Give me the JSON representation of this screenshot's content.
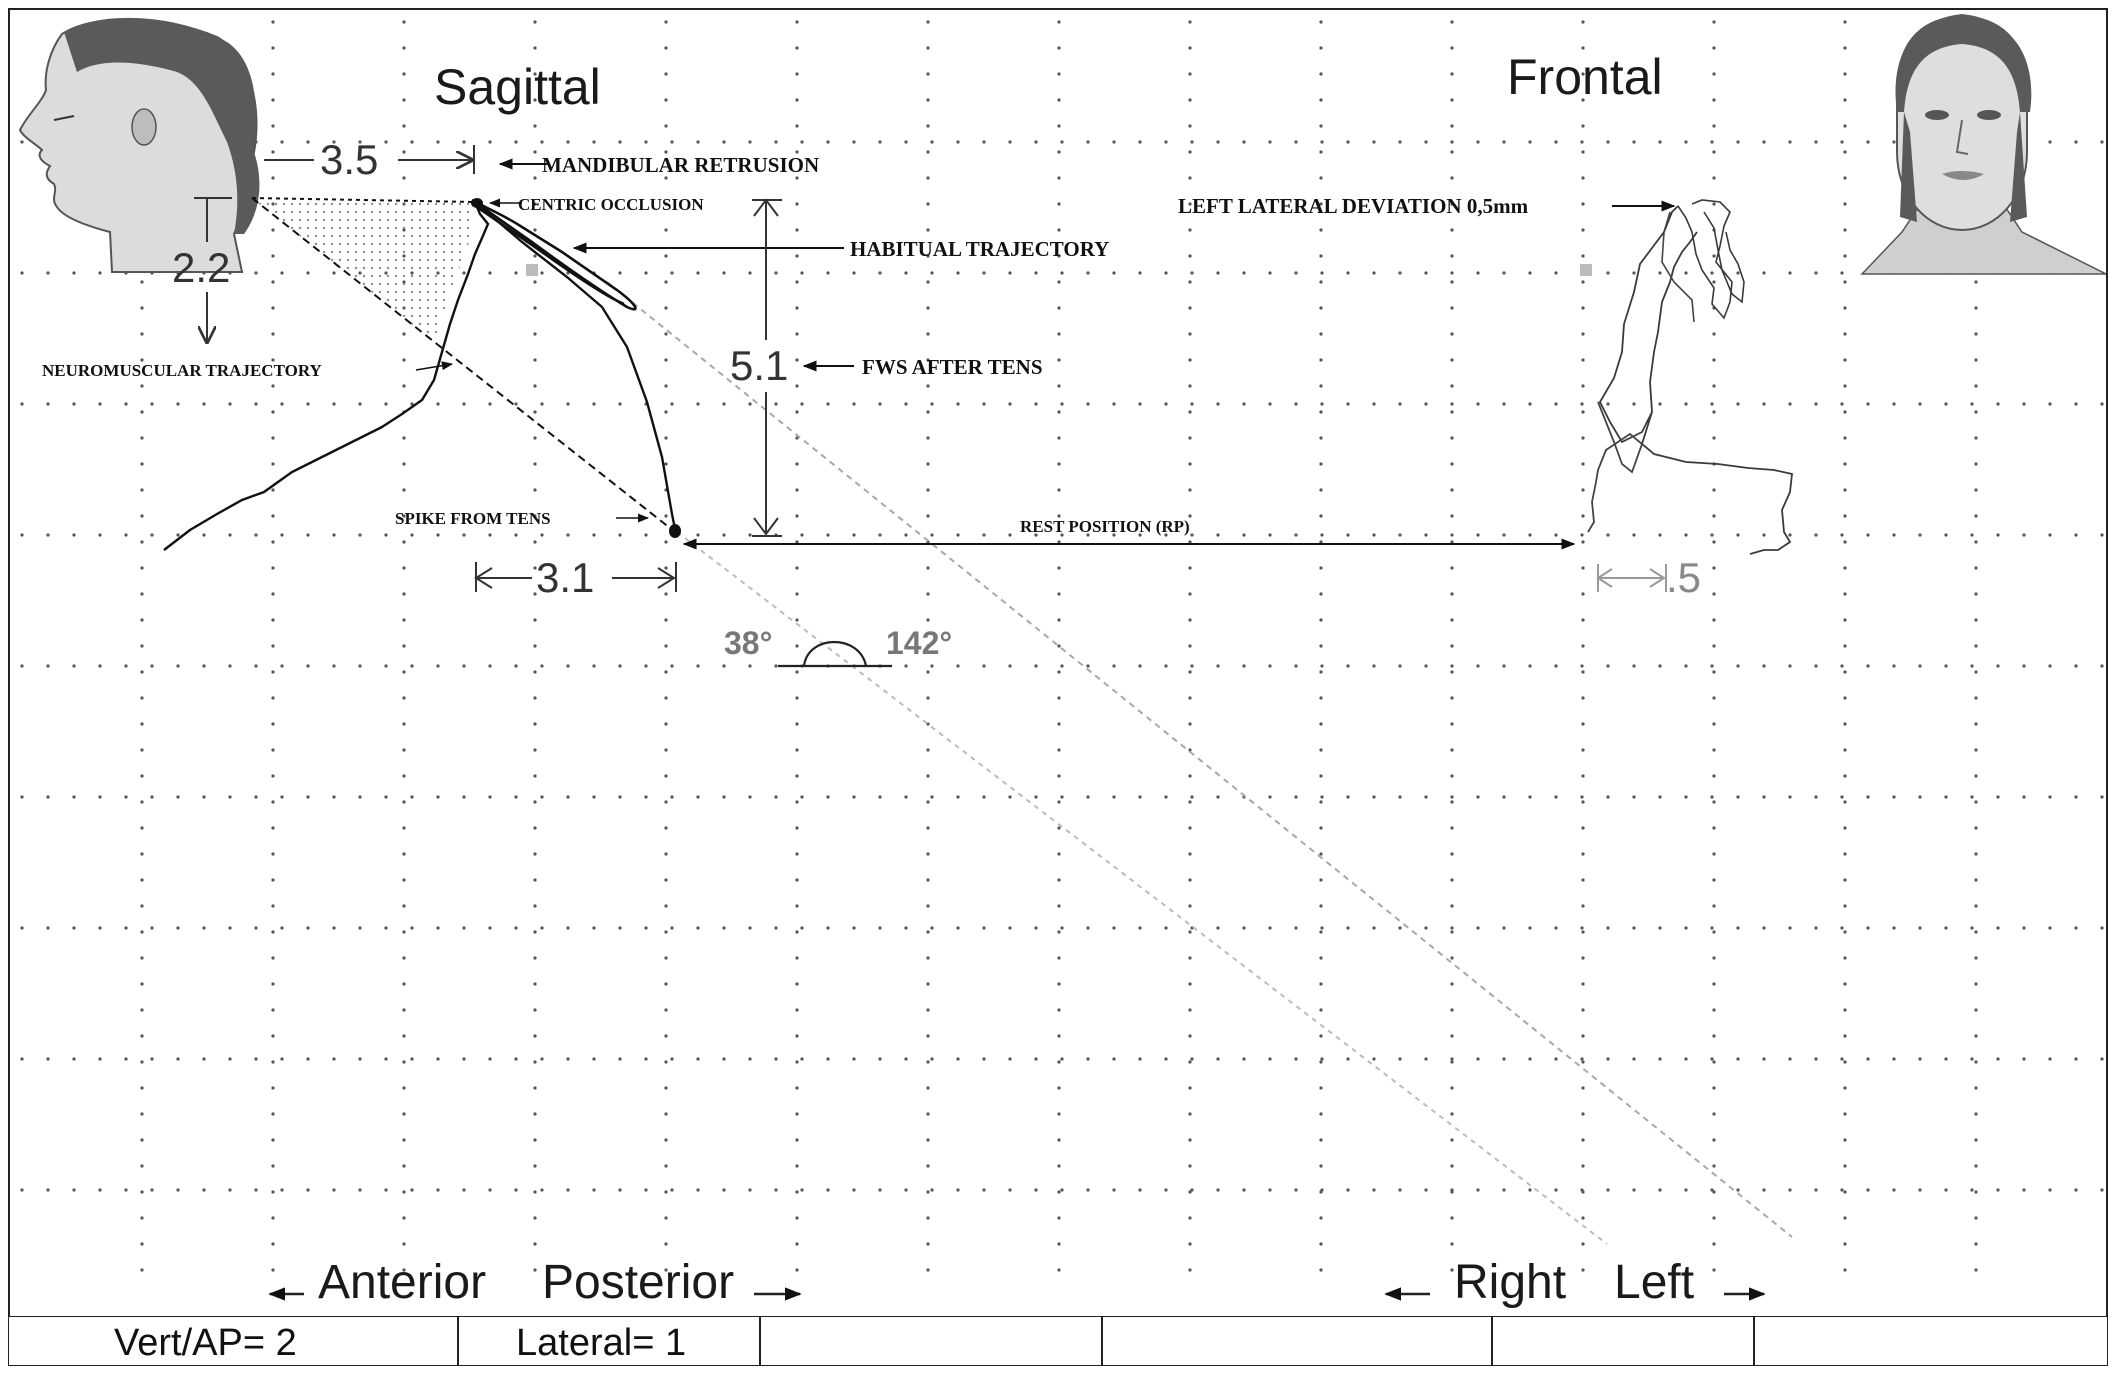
{
  "views": {
    "sagittal": "Sagittal",
    "frontal": "Frontal"
  },
  "measurements": {
    "mandibular_retrusion": "3.5",
    "vertical_drop": "2.2",
    "fws": "5.1",
    "spike_offset": "3.1",
    "frontal_offset": ".5"
  },
  "angles": {
    "left": "38°",
    "right": "142°"
  },
  "annotations": {
    "mandibular_retrusion": "MANDIBULAR RETRUSION",
    "centric_occlusion": "CENTRIC OCCLUSION",
    "habitual_trajectory": "HABITUAL TRAJECTORY",
    "neuromuscular_trajectory": "NEUROMUSCULAR TRAJECTORY",
    "fws_after_tens": "FWS AFTER TENS",
    "spike_from_tens": "SPIKE FROM TENS",
    "rest_position": "REST POSITION (RP)",
    "left_lateral_deviation": "LEFT LATERAL DEVIATION 0,5mm"
  },
  "directions": {
    "anterior": "Anterior",
    "posterior": "Posterior",
    "right": "Right",
    "left": "Left"
  },
  "status_bar": {
    "vert_ap": "Vert/AP= 2",
    "lateral": "Lateral= 1"
  },
  "colors": {
    "trace": "#111111",
    "grid_dot": "#555555",
    "guide": "#9a9a9a"
  }
}
